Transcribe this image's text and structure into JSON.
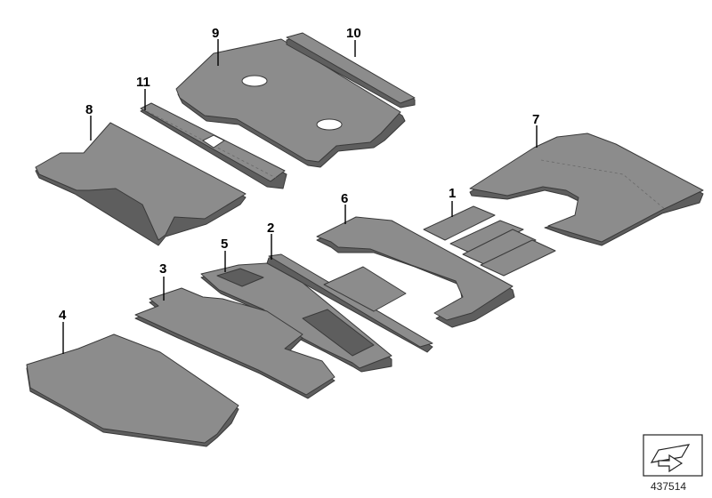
{
  "callouts": [
    "1",
    "2",
    "3",
    "4",
    "5",
    "6",
    "7",
    "8",
    "9",
    "10",
    "11"
  ],
  "reference_number": "437514",
  "colors": {
    "part_face": "#8c8c8c",
    "part_edge": "#5e5e5e",
    "outline": "#3a3a3a",
    "callout_text": "#000000"
  }
}
